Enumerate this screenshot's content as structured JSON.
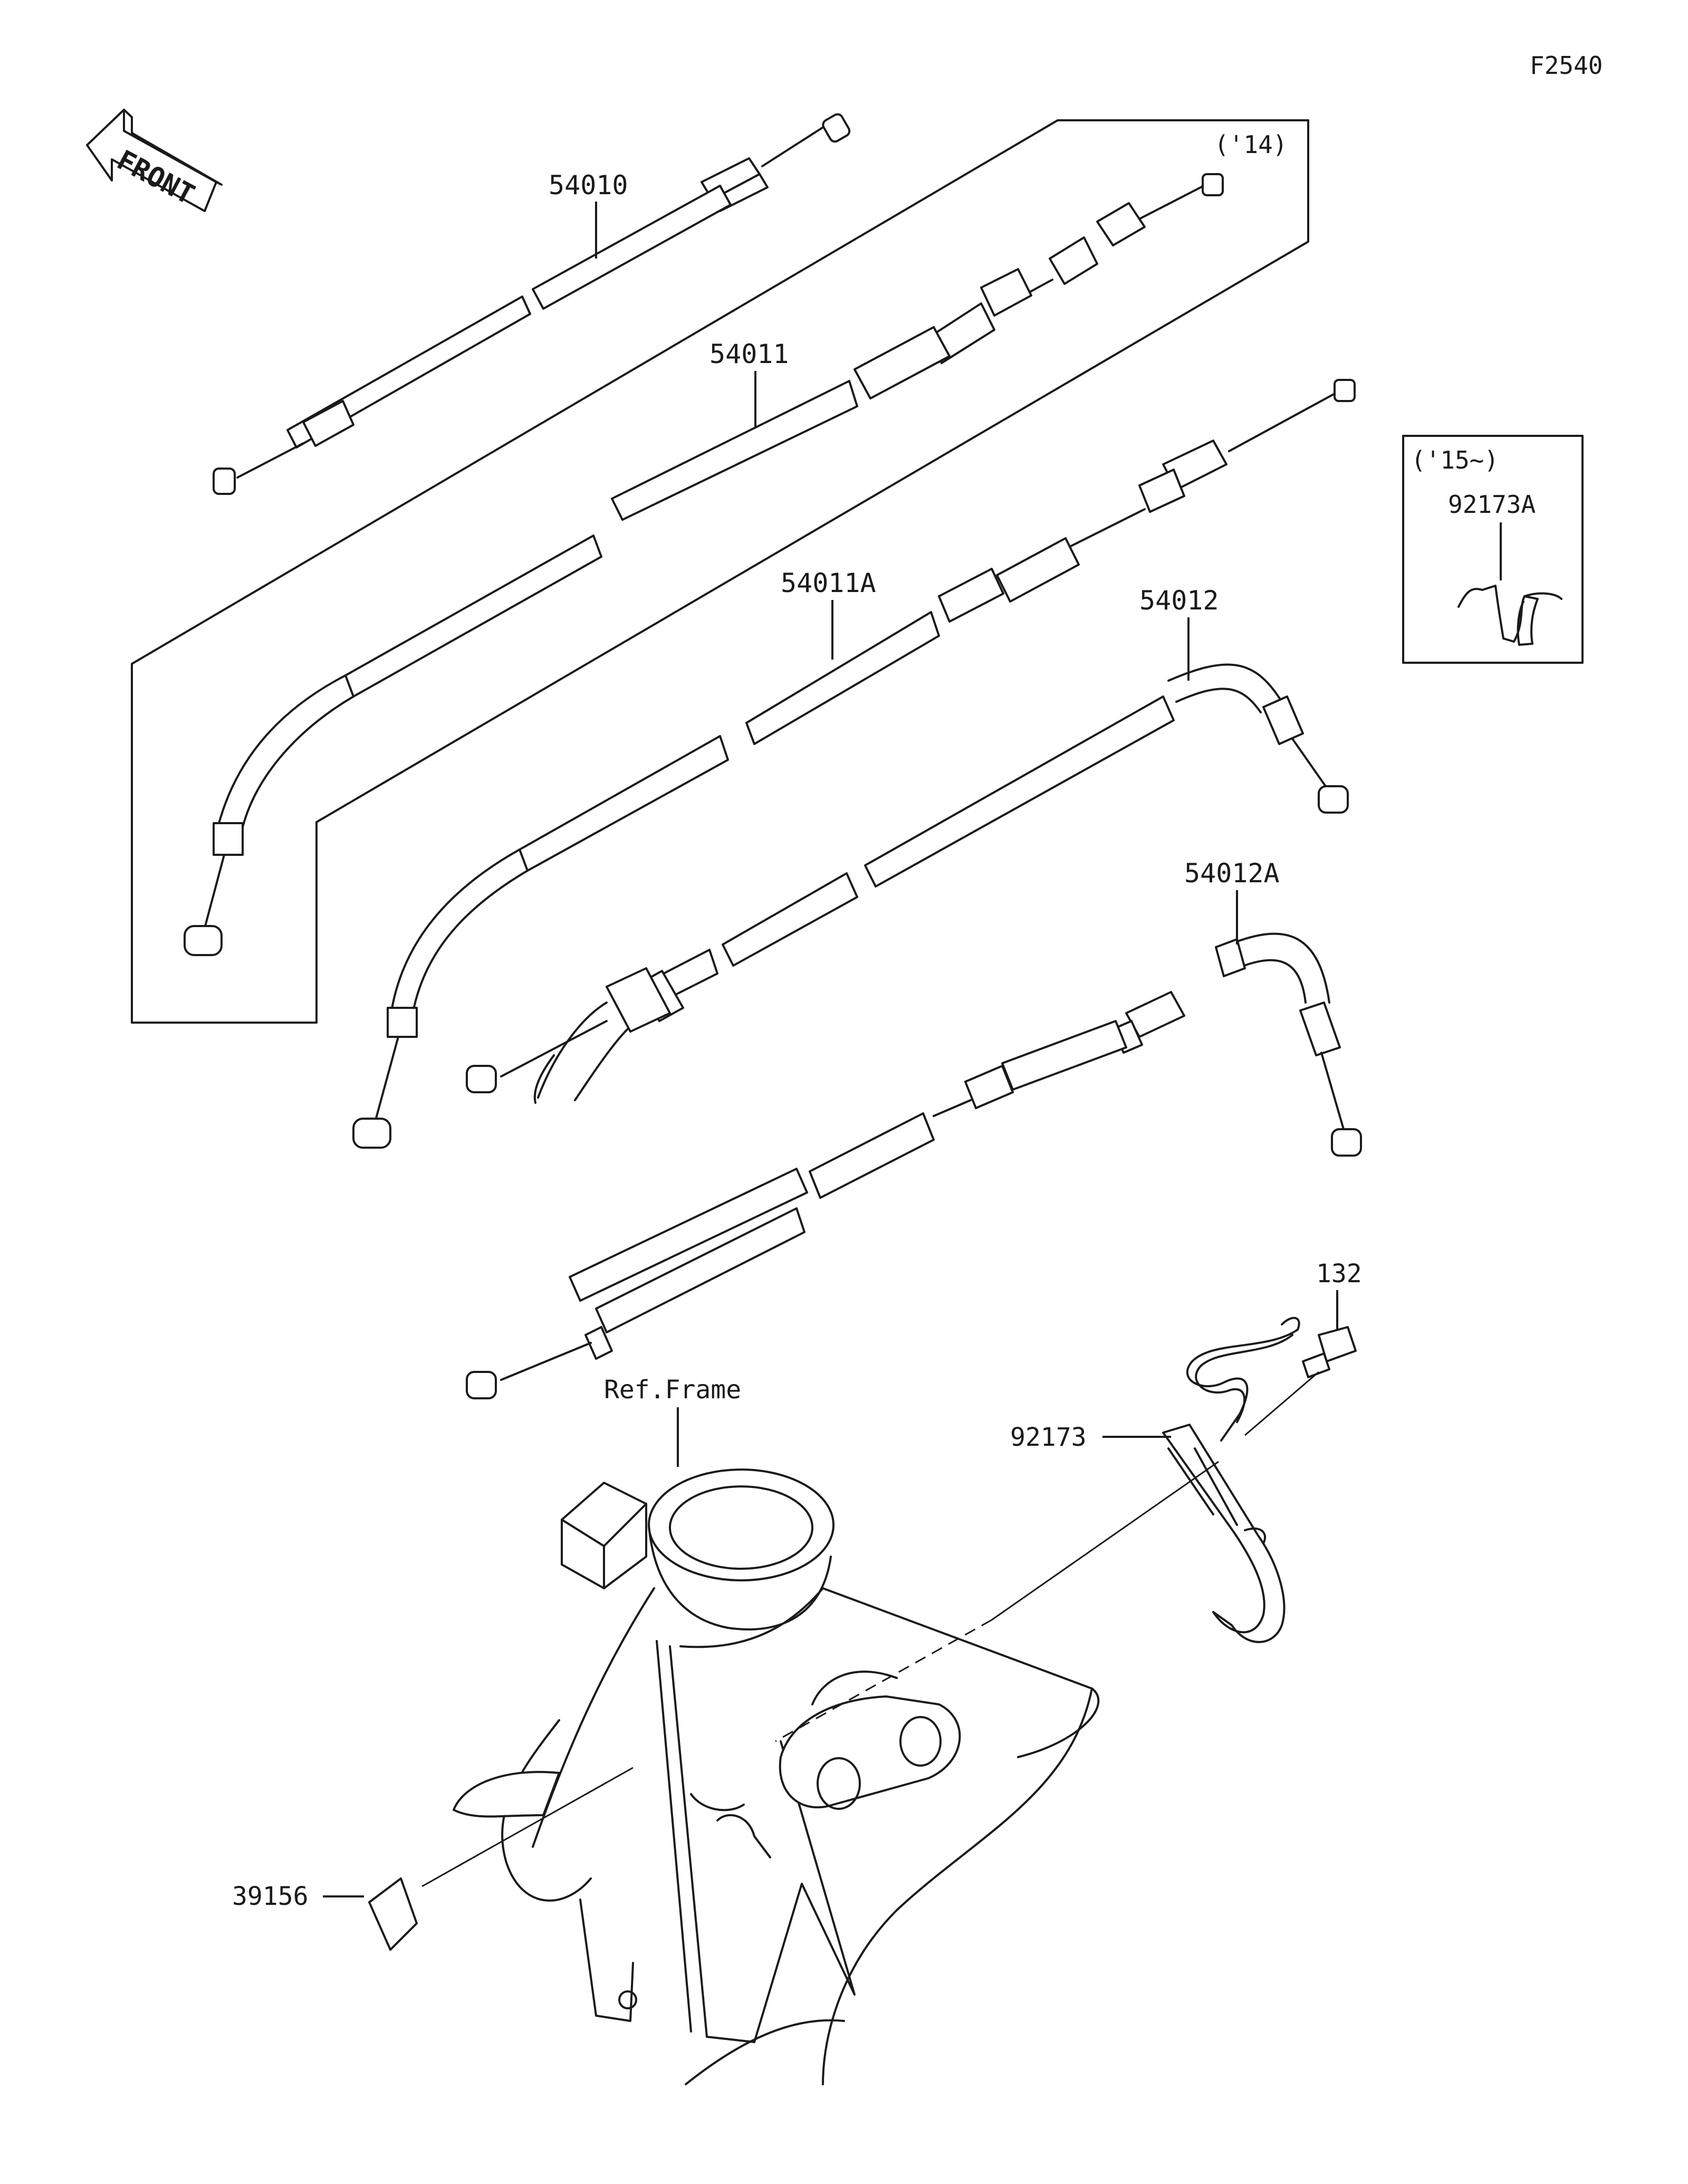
{
  "diagram_id": "F2540",
  "front_label": "FRONT",
  "year_note_14": "('14)",
  "year_note_15": "('15~)",
  "ref_frame": "Ref.Frame",
  "parts": {
    "p54010": "54010",
    "p54011": "54011",
    "p54011A": "54011A",
    "p54012": "54012",
    "p54012A": "54012A",
    "p92173A": "92173A",
    "p92173": "92173",
    "p132": "132",
    "p39156": "39156"
  }
}
